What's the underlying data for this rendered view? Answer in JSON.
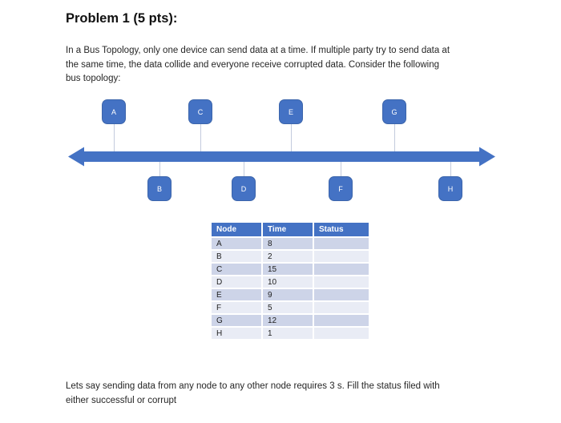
{
  "page": {
    "title": "Problem 1 (5 pts):",
    "intro": "In a Bus Topology, only one device can send data at a time. If multiple party try to send data at\nthe same time, the data collide and everyone receive corrupted data. Consider the following\nbus topology:",
    "footer": "Lets say sending data from any node to any other node requires 3 s. Fill the status filed with\neither successful or corrupt"
  },
  "colors": {
    "accent_blue": "#4472C4",
    "table_band_dark": "#CDD4E8",
    "table_band_light": "#E9ECF5",
    "connector_gray": "#C3CBDD"
  },
  "diagram": {
    "bus_shape": "double-headed-horizontal-arrow",
    "nodes": [
      {
        "label": "A",
        "side": "top"
      },
      {
        "label": "B",
        "side": "bottom"
      },
      {
        "label": "C",
        "side": "top"
      },
      {
        "label": "D",
        "side": "bottom"
      },
      {
        "label": "E",
        "side": "top"
      },
      {
        "label": "F",
        "side": "bottom"
      },
      {
        "label": "G",
        "side": "top"
      },
      {
        "label": "H",
        "side": "bottom"
      }
    ]
  },
  "table": {
    "headers": [
      "Node",
      "Time",
      "Status"
    ],
    "rows": [
      {
        "node": "A",
        "time": "8",
        "status": ""
      },
      {
        "node": "B",
        "time": "2",
        "status": ""
      },
      {
        "node": "C",
        "time": "15",
        "status": ""
      },
      {
        "node": "D",
        "time": "10",
        "status": ""
      },
      {
        "node": "E",
        "time": "9",
        "status": ""
      },
      {
        "node": "F",
        "time": "5",
        "status": ""
      },
      {
        "node": "G",
        "time": "12",
        "status": ""
      },
      {
        "node": "H",
        "time": "1",
        "status": ""
      }
    ]
  }
}
